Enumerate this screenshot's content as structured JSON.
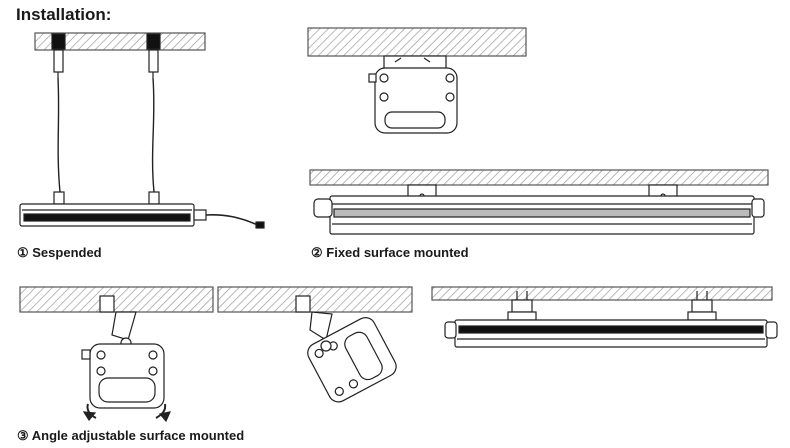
{
  "title": "Installation:",
  "captions": {
    "suspended": "① Sespended",
    "fixed": "② Fixed surface mounted",
    "angle": "③ Angle adjustable surface mounted"
  }
}
